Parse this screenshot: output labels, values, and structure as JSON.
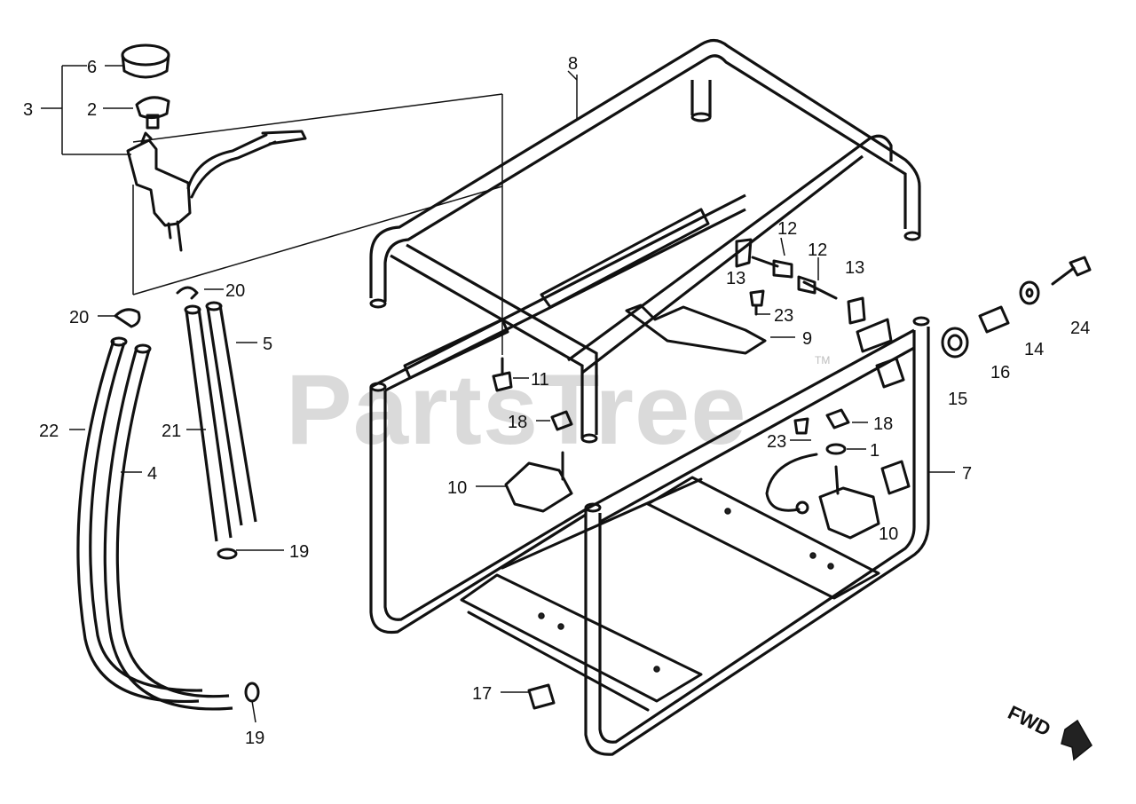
{
  "watermark": {
    "text": "PartsTree",
    "tm": "TM"
  },
  "direction_label": "FWD",
  "callouts": {
    "c6": "6",
    "c3": "3",
    "c2": "2",
    "c8": "8",
    "c20a": "20",
    "c20b": "20",
    "c5": "5",
    "c22": "22",
    "c21": "21",
    "c4": "4",
    "c19a": "19",
    "c19b": "19",
    "c12a": "12",
    "c12b": "12",
    "c13a": "13",
    "c13b": "13",
    "c23a": "23",
    "c23b": "23",
    "c24": "24",
    "c14": "14",
    "c16": "16",
    "c15": "15",
    "c9": "9",
    "c11": "11",
    "c18a": "18",
    "c18b": "18",
    "c1": "1",
    "c10a": "10",
    "c10b": "10",
    "c7": "7",
    "c17": "17"
  }
}
